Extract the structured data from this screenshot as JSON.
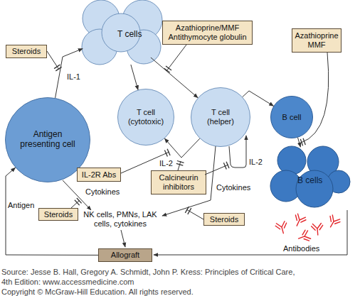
{
  "diagram": {
    "nodes": [
      {
        "text": [
          "T cells"
        ]
      },
      {
        "text": [
          "Steroids"
        ]
      },
      {
        "text": [
          "Azathioprine/MMF Antithymocyte globulin"
        ]
      },
      {
        "text": [
          "Azathioprine MMF"
        ]
      },
      {
        "text": [
          "Antigen presenting cell"
        ]
      },
      {
        "text": [
          "T cell (cytotoxic)"
        ]
      },
      {
        "text": [
          "T cell (helper)"
        ]
      },
      {
        "text": [
          "B cell"
        ]
      },
      {
        "text": [
          "B cells"
        ]
      },
      {
        "text": [
          "IL-2R Abs"
        ]
      },
      {
        "text": [
          "Calcineurin inhibitors"
        ]
      },
      {
        "text": [
          "Steroids"
        ]
      },
      {
        "text": [
          "Steroids"
        ]
      },
      {
        "text": [
          "Allograft"
        ]
      }
    ],
    "edges": [
      {
        "from": 4,
        "to": 0,
        "arrow": "to",
        "label": "IL-1"
      },
      {
        "from": 0,
        "to": 5,
        "arrow": "to"
      },
      {
        "from": 0,
        "to": 6,
        "arrow": "to"
      },
      {
        "from": 6,
        "to": 7,
        "arrow": "to"
      },
      {
        "from": 7,
        "to": 8,
        "arrow": "to"
      },
      {
        "from": 6,
        "to": 5,
        "arrow": "to",
        "label": "IL-2"
      },
      {
        "from": 13,
        "to": 4,
        "arrow": "to",
        "label": "Antigen"
      }
    ],
    "labels": [
      "IL-2",
      "Cytokines",
      "Cytokines",
      "NK cells, PMNs, LAK cells, cytokines",
      "Antibodies",
      "Source: Jesse B. Hall, Gregory A. Schmidt, John P. Kress: Principles of Critical Care,",
      "4th Edition: www.accessmedicine.com",
      "Copyright © McGraw-Hill Education. All rights reserved."
    ]
  }
}
